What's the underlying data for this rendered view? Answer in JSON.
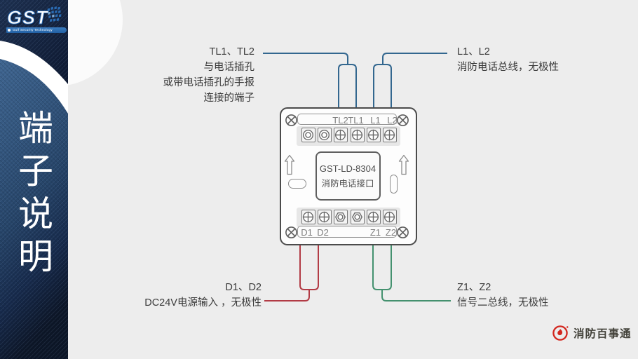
{
  "sidebar": {
    "title": "端子说明",
    "brand": {
      "name": "GST",
      "tagline": "Gulf Security Technology"
    }
  },
  "device": {
    "model": "GST-LD-8304",
    "label": "消防电话接口",
    "top_terminals": [
      "TL2",
      "TL1",
      "L1",
      "L2"
    ],
    "bottom_terminals": [
      "D1",
      "D2",
      "Z1",
      "Z2"
    ]
  },
  "annotations": {
    "tl": {
      "lines": [
        "TL1、TL2",
        "与电话插孔",
        "或带电话插孔的手报",
        "连接的端子"
      ]
    },
    "l": {
      "lines": [
        "L1、L2",
        "消防电话总线，无极性"
      ]
    },
    "d": {
      "lines": [
        "D1、D2",
        "DC24V电源输入 ，无极性"
      ]
    },
    "z": {
      "lines": [
        "Z1、Z2",
        "信号二总线，无极性"
      ]
    }
  },
  "footer": {
    "brand": "消防百事通"
  },
  "colors": {
    "wire_phone_blue": "#33678f",
    "wire_power_red": "#b23b45",
    "wire_signal_green": "#44916f",
    "brand_blue": "#2a6cb4",
    "footer_red": "#d3271f",
    "panel_navy": "#2b4d78",
    "annotation_text": "#3a3a3a",
    "page_background": "#ededed"
  }
}
